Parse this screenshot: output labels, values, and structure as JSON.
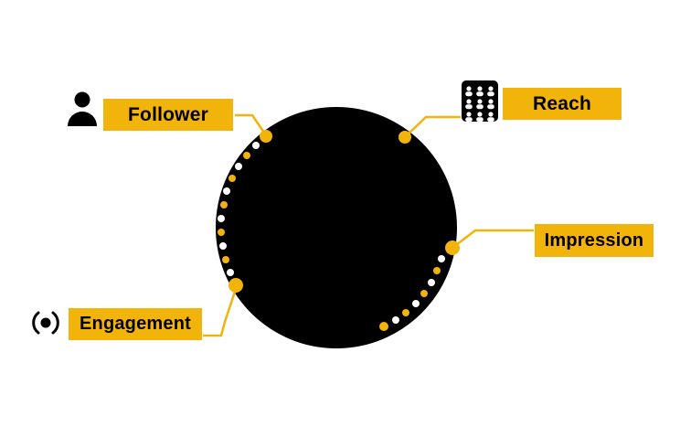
{
  "diagram": {
    "type": "circular-callout-infographic",
    "theme": "social-media-metrics",
    "center_shape": "black-disc"
  },
  "callouts": {
    "follower": {
      "label": "Follower"
    },
    "reach": {
      "label": "Reach"
    },
    "impression": {
      "label": "Impression"
    },
    "engagement": {
      "label": "Engagement"
    }
  },
  "icons": {
    "follower": "person-icon",
    "reach": "audience-crowd-icon",
    "engagement": "broadcast-icon"
  },
  "colors": {
    "accent_gold": "#F2B40A",
    "ink_black": "#000000",
    "dot_white": "#FFFFFF",
    "background": "#FFFFFF"
  }
}
